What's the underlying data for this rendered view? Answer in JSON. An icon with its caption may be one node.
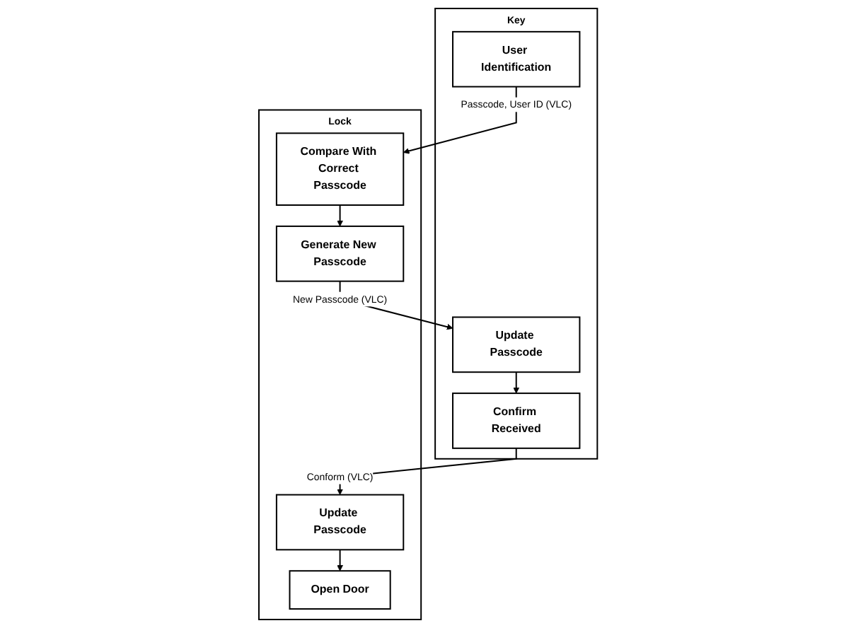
{
  "diagram": {
    "nodes": [
      {
        "text": [
          "Key"
        ]
      },
      {
        "text": [
          "User Identification"
        ],
        "in": 0
      },
      {
        "text": [
          "Update Passcode"
        ],
        "in": 0
      },
      {
        "text": [
          "Confirm Received"
        ],
        "in": 0
      },
      {
        "text": [
          "Lock"
        ]
      },
      {
        "text": [
          "Compare With Correct Passcode"
        ],
        "in": 4
      },
      {
        "text": [
          "Generate New Passcode"
        ],
        "in": 4
      },
      {
        "text": [
          "Update Passcode"
        ],
        "in": 4
      },
      {
        "text": [
          "Open Door"
        ],
        "in": 4
      }
    ],
    "edges": [
      {
        "from": 1,
        "to": 5,
        "arrow": "to",
        "label": "Passcode, User ID (VLC)"
      },
      {
        "from": 5,
        "to": 6,
        "arrow": "to"
      },
      {
        "from": 6,
        "to": 2,
        "arrow": "to",
        "label": "New Passcode (VLC)"
      },
      {
        "from": 2,
        "to": 3,
        "arrow": "to"
      },
      {
        "from": 3,
        "to": 7,
        "arrow": "to",
        "label": "Conform (VLC)"
      },
      {
        "from": 7,
        "to": 8,
        "arrow": "to"
      }
    ]
  }
}
